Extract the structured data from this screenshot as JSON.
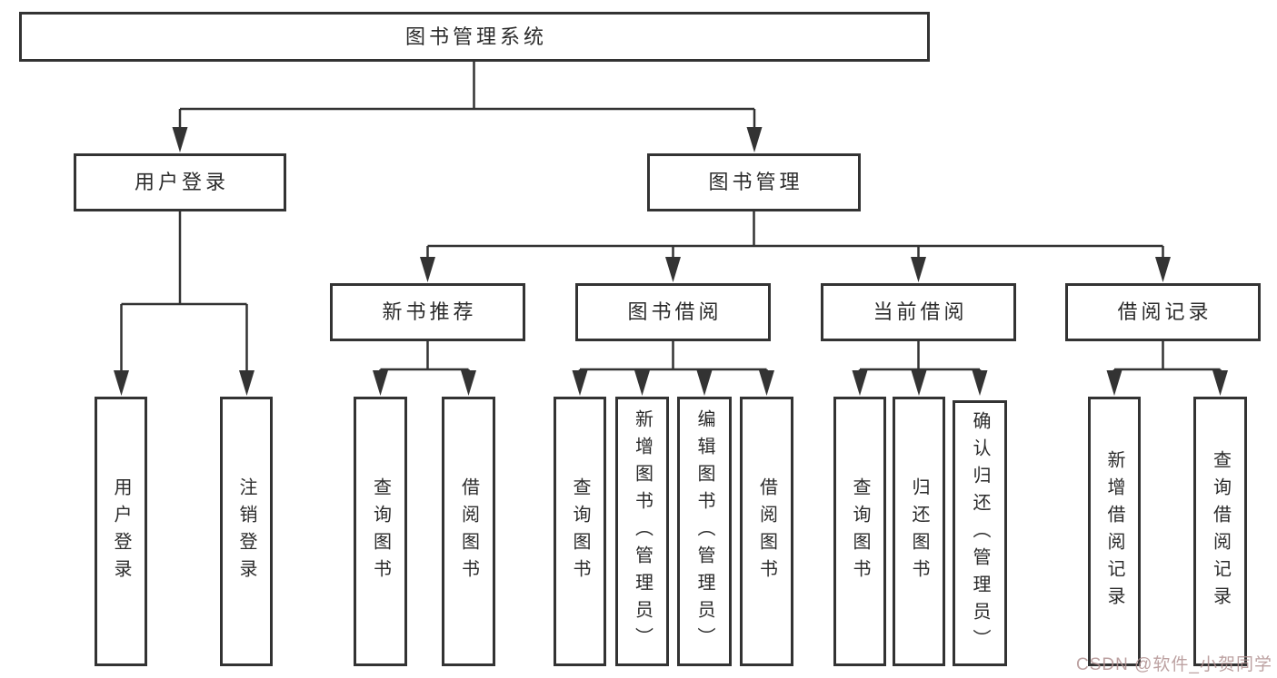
{
  "diagram": {
    "type": "hierarchy-flowchart",
    "colors": {
      "line": "#333333",
      "box_border": "#333333",
      "box_fill": "#ffffff",
      "text": "#2b2b2b",
      "background": "#ffffff",
      "watermark": "#b09090"
    }
  },
  "nodes": {
    "root": {
      "label": "图书管理系统"
    },
    "level2": [
      {
        "label": "用户登录"
      },
      {
        "label": "图书管理"
      }
    ],
    "level3": [
      {
        "label": "新书推荐"
      },
      {
        "label": "图书借阅"
      },
      {
        "label": "当前借阅"
      },
      {
        "label": "借阅记录"
      }
    ],
    "level4": [
      {
        "label": "用户登录"
      },
      {
        "label": "注销登录"
      },
      {
        "label": "查询图书"
      },
      {
        "label": "借阅图书"
      },
      {
        "label": "查询图书"
      },
      {
        "label": "新增图书（管理员）"
      },
      {
        "label": "编辑图书（管理员）"
      },
      {
        "label": "借阅图书"
      },
      {
        "label": "查询图书"
      },
      {
        "label": "归还图书"
      },
      {
        "label": "确认归还（管理员）"
      },
      {
        "label": "新增借阅记录"
      },
      {
        "label": "查询借阅记录"
      }
    ]
  },
  "watermark": {
    "text": "CSDN @软件_小贺同学"
  }
}
